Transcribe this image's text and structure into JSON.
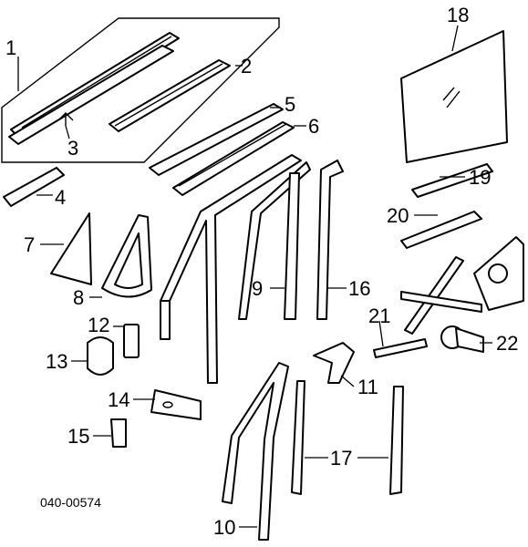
{
  "diagram": {
    "callouts": [
      "1",
      "2",
      "3",
      "4",
      "5",
      "6",
      "7",
      "8",
      "9",
      "10",
      "11",
      "12",
      "13",
      "14",
      "15",
      "16",
      "17",
      "18",
      "19",
      "20",
      "21",
      "22"
    ],
    "code": "040-00574"
  }
}
